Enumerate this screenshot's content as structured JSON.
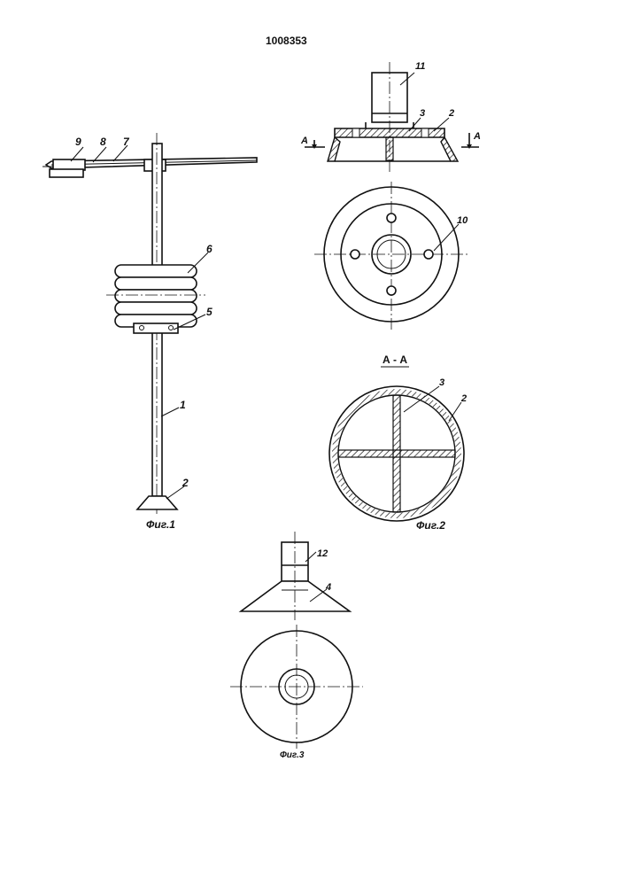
{
  "patent_number": "1008353",
  "figures": {
    "fig1": {
      "caption": "Фиг.1",
      "labels": {
        "rod": "1",
        "base": "2",
        "clamp": "5",
        "weights": "6",
        "arm": "7",
        "arm_part": "8",
        "end_part": "9"
      }
    },
    "fig2": {
      "caption": "Фиг.2",
      "section_title": "А - А",
      "section_mark_left": "А",
      "section_mark_right": "А",
      "labels": {
        "cross": "3",
        "ring": "2",
        "post": "11",
        "holes": "10",
        "cross_top": "3",
        "ring_top": "2"
      }
    },
    "fig3": {
      "caption": "Фиг.3",
      "labels": {
        "post": "12",
        "cone": "4"
      }
    }
  }
}
